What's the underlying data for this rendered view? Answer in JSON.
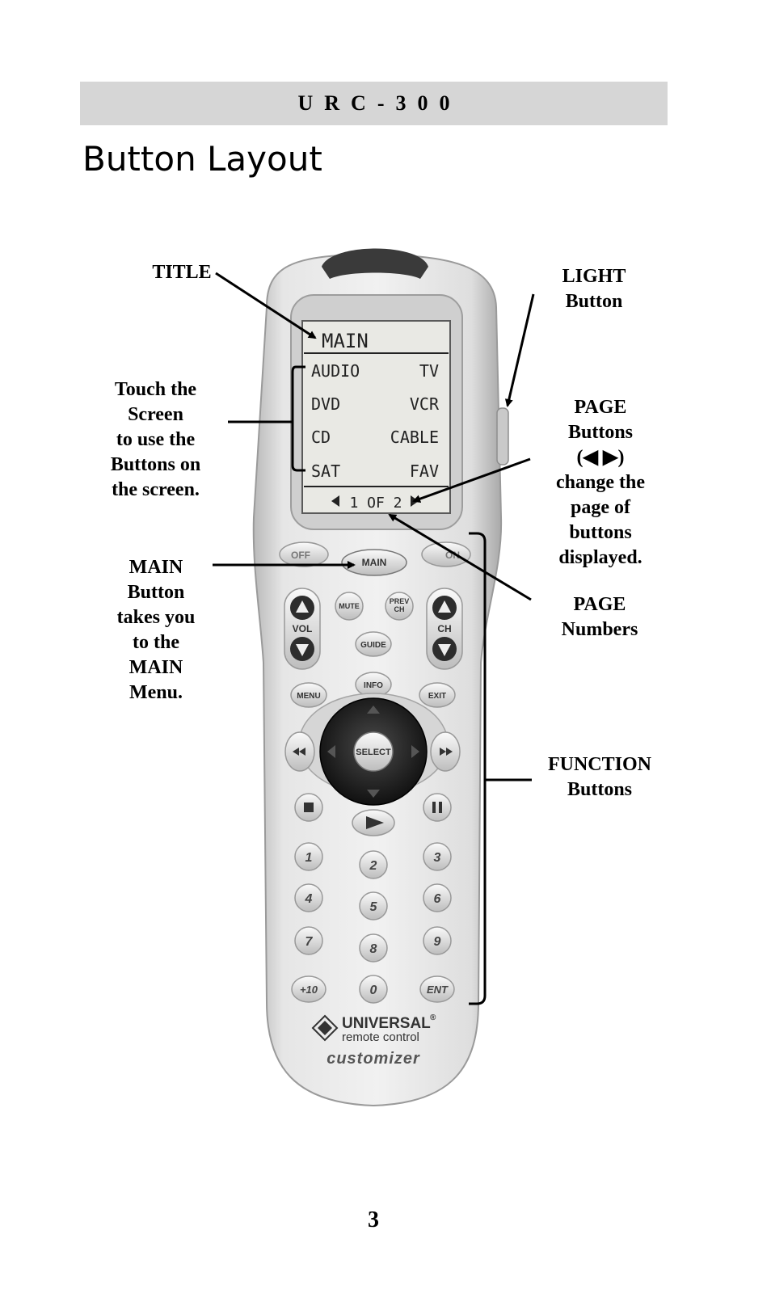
{
  "header": {
    "title": "URC-300"
  },
  "page_title": "Button Layout",
  "callouts": {
    "title": "TITLE",
    "touch": [
      "Touch the",
      "Screen",
      "to use the",
      "Buttons on",
      "the screen."
    ],
    "main": [
      "MAIN",
      "Button",
      "takes you",
      "to the",
      "MAIN",
      "Menu."
    ],
    "light": [
      "LIGHT",
      "Button"
    ],
    "page_buttons": [
      "PAGE",
      "Buttons",
      "(◀   ▶)",
      "change the",
      "page of",
      "buttons",
      "displayed."
    ],
    "page_numbers": [
      "PAGE",
      "Numbers"
    ],
    "function": [
      "FUNCTION",
      "Buttons"
    ]
  },
  "screen": {
    "title": "MAIN",
    "rows": [
      {
        "left": "AUDIO",
        "right": "TV"
      },
      {
        "left": "DVD",
        "right": "VCR"
      },
      {
        "left": "CD",
        "right": "CABLE"
      },
      {
        "left": "SAT",
        "right": "FAV"
      }
    ],
    "page_indicator": "1 OF 2"
  },
  "remote_buttons": {
    "off": "OFF",
    "main": "MAIN",
    "on": "ON",
    "mute": "MUTE",
    "prev_ch": [
      "PREV",
      "CH"
    ],
    "vol": "VOL",
    "ch": "CH",
    "guide": "GUIDE",
    "info": "INFO",
    "menu": "MENU",
    "exit": "EXIT",
    "select": "SELECT",
    "digits": [
      "1",
      "2",
      "3",
      "4",
      "5",
      "6",
      "7",
      "8",
      "9"
    ],
    "plus10": "+10",
    "zero": "0",
    "ent": "ENT"
  },
  "brand": {
    "name": "UNIVERSAL",
    "reg": "®",
    "sub": "remote control",
    "model": "customizer"
  },
  "page_number": "3"
}
